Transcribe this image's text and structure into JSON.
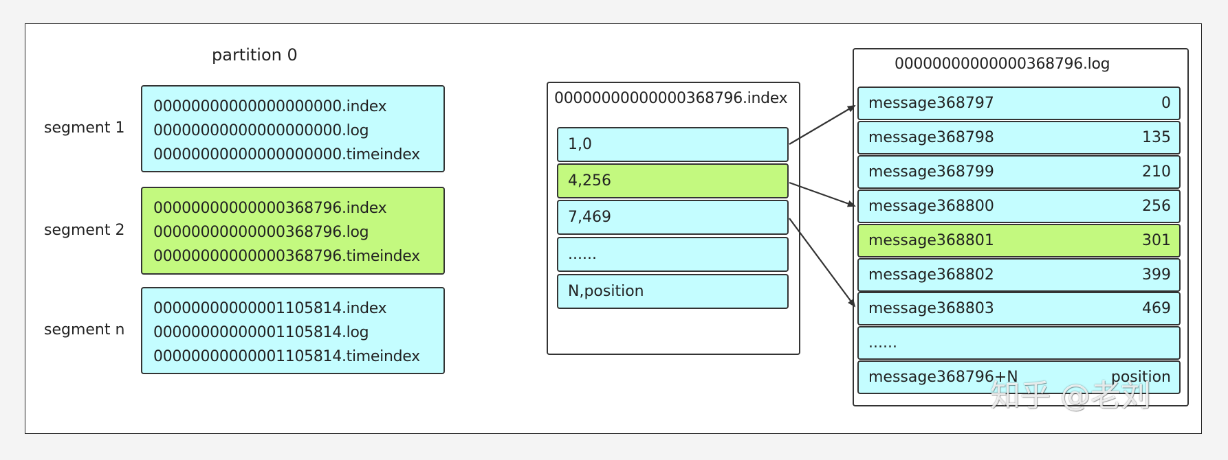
{
  "colors": {
    "cyan": "#c4fdff",
    "green": "#c3f97f",
    "stroke": "#333333"
  },
  "partition": {
    "title": "partition 0",
    "segments": [
      {
        "label": "segment 1",
        "files": [
          "00000000000000000000.index",
          "00000000000000000000.log",
          "00000000000000000000.timeindex"
        ],
        "highlight": false
      },
      {
        "label": "segment 2",
        "files": [
          "00000000000000368796.index",
          "00000000000000368796.log",
          "00000000000000368796.timeindex"
        ],
        "highlight": true
      },
      {
        "label": "segment n",
        "files": [
          "00000000000001105814.index",
          "00000000000001105814.log",
          "00000000000001105814.timeindex"
        ],
        "highlight": false
      }
    ]
  },
  "index_file": {
    "title": "00000000000000368796.index",
    "entries": [
      {
        "text": "1,0",
        "highlight": false
      },
      {
        "text": "4,256",
        "highlight": true
      },
      {
        "text": "7,469",
        "highlight": false
      },
      {
        "text": "......",
        "highlight": false
      },
      {
        "text": "N,position",
        "highlight": false
      }
    ]
  },
  "log_file": {
    "title": "00000000000000368796.log",
    "messages": [
      {
        "name": "message368797",
        "position": "0",
        "highlight": false
      },
      {
        "name": "message368798",
        "position": "135",
        "highlight": false
      },
      {
        "name": "message368799",
        "position": "210",
        "highlight": false
      },
      {
        "name": "message368800",
        "position": "256",
        "highlight": false
      },
      {
        "name": "message368801",
        "position": "301",
        "highlight": true
      },
      {
        "name": "message368802",
        "position": "399",
        "highlight": false
      },
      {
        "name": "message368803",
        "position": "469",
        "highlight": false
      },
      {
        "name": "......",
        "position": "",
        "highlight": false
      },
      {
        "name": "message368796+N",
        "position": "position",
        "highlight": false
      }
    ]
  },
  "watermark": "知乎 @老刘"
}
